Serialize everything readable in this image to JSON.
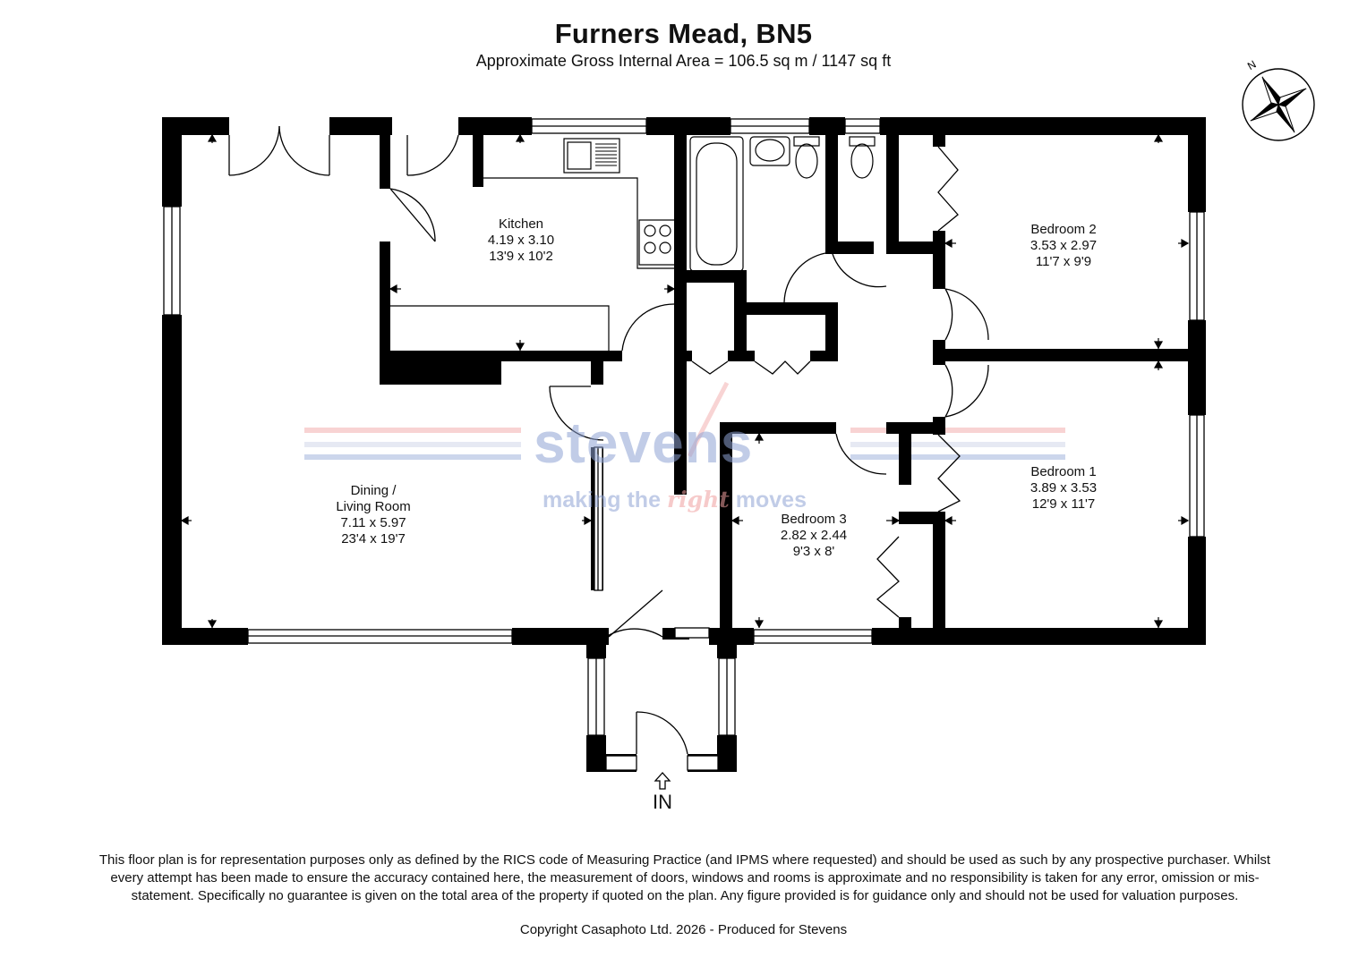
{
  "header": {
    "title": "Furners Mead, BN5",
    "subtitle": "Approximate Gross Internal Area = 106.5 sq m / 1147 sq ft"
  },
  "compass": {
    "label": "N",
    "icon": "compass-rose-icon"
  },
  "rooms": [
    {
      "id": "kitchen",
      "name": "Kitchen",
      "metric": "4.19 x 3.10",
      "imperial": "13'9 x 10'2"
    },
    {
      "id": "living",
      "name_line1": "Dining /",
      "name_line2": "Living Room",
      "metric": "7.11 x 5.97",
      "imperial": "23'4 x 19'7"
    },
    {
      "id": "bedroom2",
      "name": "Bedroom 2",
      "metric": "3.53 x 2.97",
      "imperial": "11'7 x 9'9"
    },
    {
      "id": "bedroom1",
      "name": "Bedroom 1",
      "metric": "3.89 x 3.53",
      "imperial": "12'9 x 11'7"
    },
    {
      "id": "bedroom3",
      "name": "Bedroom 3",
      "metric": "2.82 x 2.44",
      "imperial": "9'3 x 8'"
    }
  ],
  "entrance": {
    "label": "IN"
  },
  "watermark": {
    "brand": "stevens",
    "tag_before": "making the",
    "tag_accent": "right",
    "tag_after": "moves"
  },
  "footer": {
    "disclaimer": "This floor plan is for representation purposes only as defined by the RICS code of Measuring Practice (and IPMS where requested) and should be used as such by any prospective purchaser. Whilst every attempt has been made to ensure the accuracy contained here, the measurement of doors, windows and rooms is approximate and no responsibility is taken for any error, omission or mis-statement. Specifically no guarantee is given on the total area of the property if quoted on the plan. Any figure provided is for guidance only and should not be used for valuation purposes.",
    "copyright": "Copyright Casaphoto Ltd. 2026 - Produced for Stevens"
  },
  "colors": {
    "wall": "#000000",
    "watermark_blue": "#8fa3d4",
    "watermark_red": "#f0a0a0"
  }
}
